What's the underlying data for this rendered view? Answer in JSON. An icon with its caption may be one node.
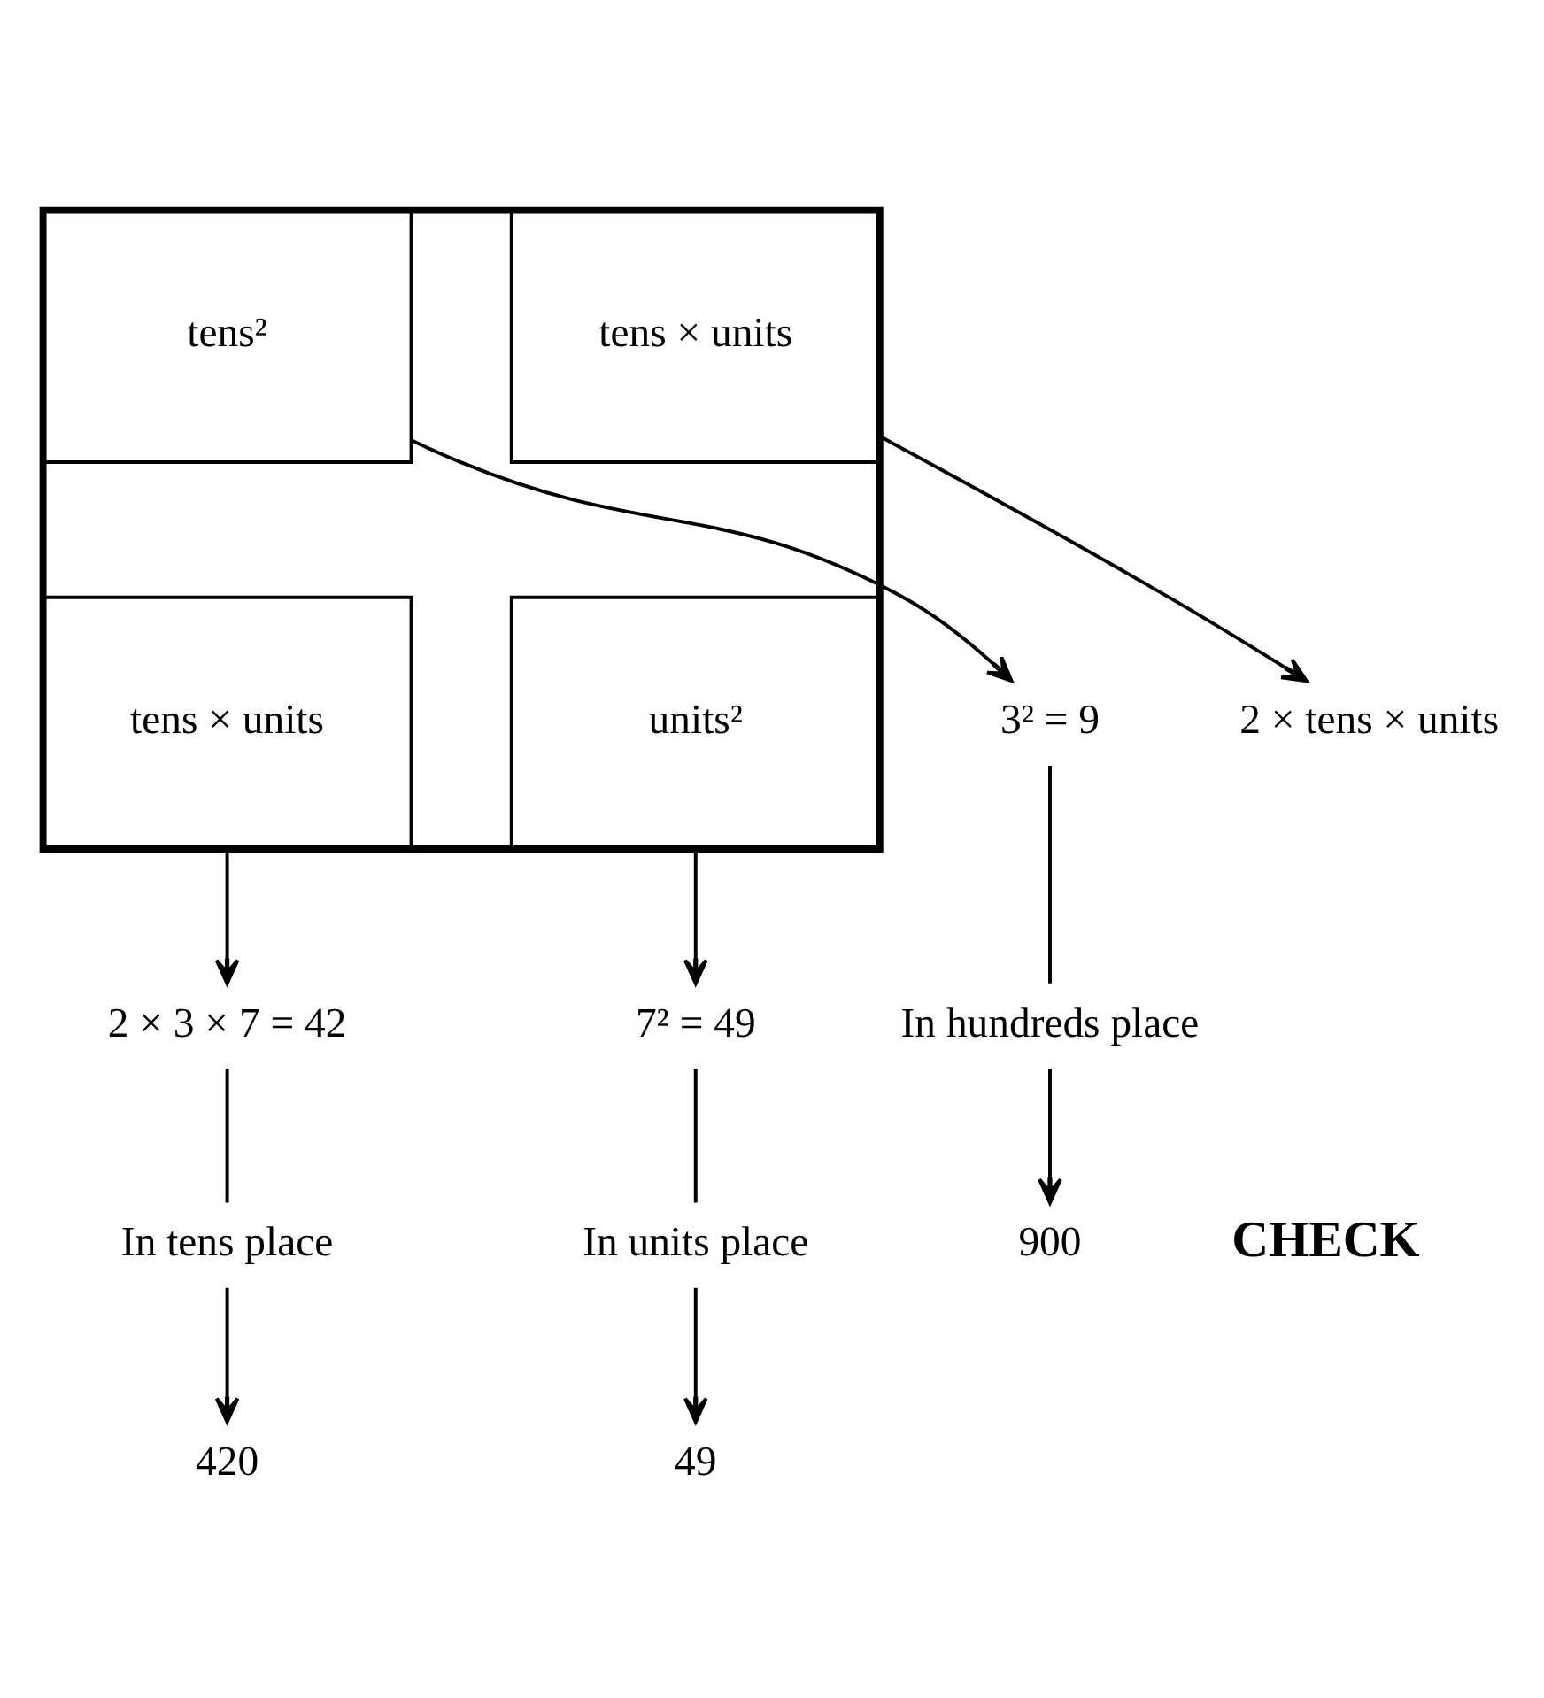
{
  "diagram": {
    "nodes": [
      {
        "text": [],
        "shape": "box"
      },
      {
        "text": [
          "tens²"
        ],
        "in": 0
      },
      {
        "text": [
          "tens × units"
        ],
        "in": 0
      },
      {
        "text": [
          "tens × units"
        ],
        "in": 0
      },
      {
        "text": [
          "units²"
        ],
        "in": 0
      },
      {
        "text": [
          "2 × tens × units"
        ]
      },
      {
        "text": [
          "2 × 3 × 7 = 42"
        ]
      },
      {
        "text": [
          "3² = 9"
        ]
      },
      {
        "text": [
          "7² = 49"
        ]
      },
      {
        "text": [
          "In hundreds place"
        ]
      },
      {
        "text": [
          "In tens place"
        ]
      },
      {
        "text": [
          "In units place"
        ]
      },
      {
        "text": [
          "900"
        ]
      },
      {
        "text": [
          "420"
        ]
      },
      {
        "text": [
          "49"
        ]
      }
    ],
    "edges": [
      {
        "from": 1,
        "to": 7,
        "arrow": "to"
      },
      {
        "from": 2,
        "to": 5,
        "arrow": "to"
      },
      {
        "from": 3,
        "to": 6,
        "arrow": "to"
      },
      {
        "from": 4,
        "to": 8,
        "arrow": "to"
      },
      {
        "from": 7,
        "to": 9,
        "arrow": "none"
      },
      {
        "from": 9,
        "to": 12,
        "arrow": "to"
      },
      {
        "from": 6,
        "to": 10,
        "arrow": "none"
      },
      {
        "from": 10,
        "to": 13,
        "arrow": "to"
      },
      {
        "from": 8,
        "to": 11,
        "arrow": "none"
      },
      {
        "from": 11,
        "to": 14,
        "arrow": "to"
      }
    ],
    "labels": [
      "CHECK"
    ]
  }
}
